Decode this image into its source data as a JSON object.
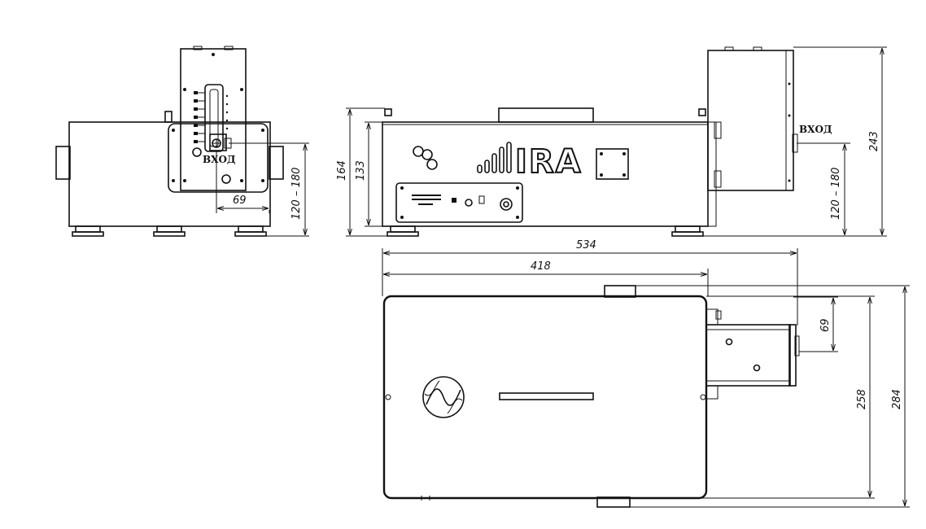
{
  "labels": {
    "input_left": "ВХОД",
    "input_right": "ВХОД",
    "brand": "IRA"
  },
  "dimensions": {
    "left_height_range": "120 – 180",
    "left_offset": "69",
    "front_height_total": "164",
    "front_height_body": "133",
    "right_height_range": "120 – 180",
    "right_height_total": "243",
    "overall_length": "534",
    "body_length": "418",
    "top_offset": "69",
    "depth_body": "258",
    "depth_total": "284"
  }
}
